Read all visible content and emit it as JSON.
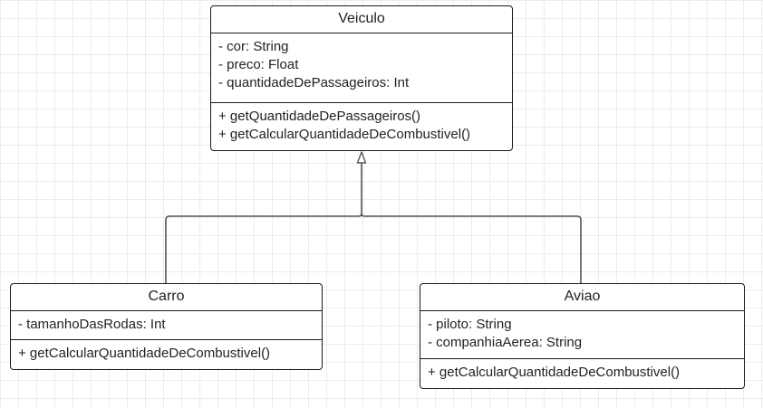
{
  "classes": {
    "veiculo": {
      "name": "Veiculo",
      "attributes": [
        "- cor: String",
        "- preco: Float",
        "- quantidadeDePassageiros: Int"
      ],
      "methods": [
        "+ getQuantidadeDePassageiros()",
        "+ getCalcularQuantidadeDeCombustivel()"
      ]
    },
    "carro": {
      "name": "Carro",
      "attributes": [
        "- tamanhoDasRodas: Int"
      ],
      "methods": [
        "+ getCalcularQuantidadeDeCombustivel()"
      ]
    },
    "aviao": {
      "name": "Aviao",
      "attributes": [
        "- piloto: String",
        "- companhiaAerea: String"
      ],
      "methods": [
        "+ getCalcularQuantidadeDeCombustivel()"
      ]
    }
  },
  "relationships": [
    {
      "type": "generalization",
      "from": "carro",
      "to": "veiculo"
    },
    {
      "type": "generalization",
      "from": "aviao",
      "to": "veiculo"
    }
  ],
  "colors": {
    "line": "#1a1a1a",
    "connector": "#555555",
    "grid": "#ececec",
    "box_fill": "#ffffff"
  }
}
